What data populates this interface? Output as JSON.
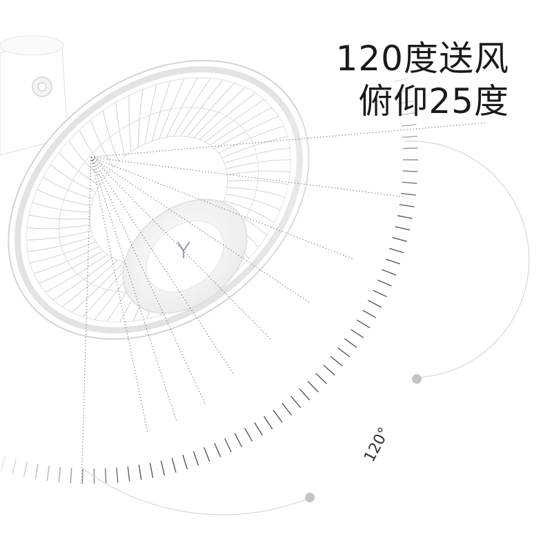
{
  "headline": {
    "line1": "120度送风",
    "line2": "俯仰25度"
  },
  "dial": {
    "label": "120°",
    "sweep_degrees": 120
  },
  "colors": {
    "text": "#1a1a1a",
    "fan_body": "#ffffff",
    "fan_outline": "#d7d7d7",
    "guard_wire": "#cfcfcf",
    "dial_ticks": "#3a3a3a",
    "dot_lines": "#444444",
    "end_dot": "#bdbdbd",
    "logo": "#9aa3ad"
  },
  "icons": {
    "brand_logo": "leaf-logo-icon",
    "knob": "knob-icon"
  }
}
